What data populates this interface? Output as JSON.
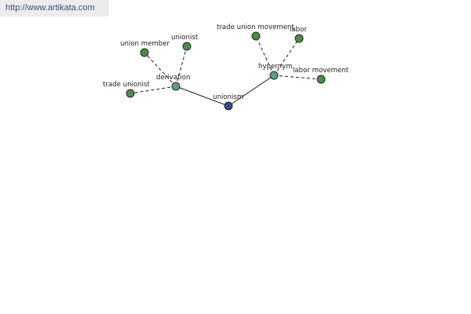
{
  "banner": {
    "url": "http://www.artikata.com"
  },
  "colors": {
    "root": "#3d4a87",
    "relation": "#5b9c8f",
    "leaf": "#4f8a4a",
    "line": "#1a1a1a"
  },
  "graph": {
    "root": "unionism",
    "relations": [
      {
        "name": "derivation",
        "targets": [
          "union member",
          "unionist",
          "trade unionist"
        ]
      },
      {
        "name": "hypernym",
        "targets": [
          "trade union movement",
          "labor",
          "labor movement"
        ]
      }
    ]
  }
}
